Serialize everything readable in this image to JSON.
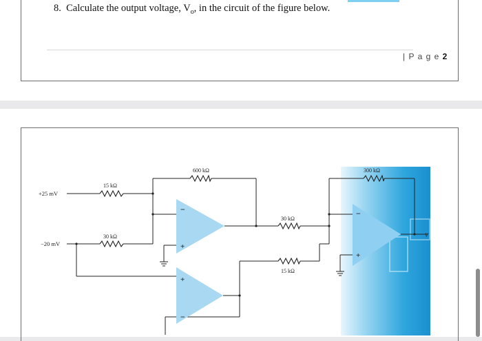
{
  "question": {
    "number": "8.",
    "text": "Calculate the output voltage, V",
    "subscript": "o",
    "text_after": ", in the circuit of the figure below."
  },
  "page_footer": {
    "separator": "|",
    "label": "P a g e",
    "number": "2"
  },
  "circuit": {
    "inputs": {
      "top": "+25 mV",
      "bottom": "−20 mV"
    },
    "resistors": {
      "r_top_in": "15 kΩ",
      "r_bottom_in": "30 kΩ",
      "r_feedback_1": "600 kΩ",
      "r_mid": "30 kΩ",
      "r_lower": "15 kΩ",
      "r_feedback_2": "300 kΩ"
    },
    "output_label": "V",
    "pin_minus": "−",
    "pin_plus": "+",
    "colors": {
      "opamp_fill": "#a8d8f2",
      "wire": "#222222"
    }
  }
}
